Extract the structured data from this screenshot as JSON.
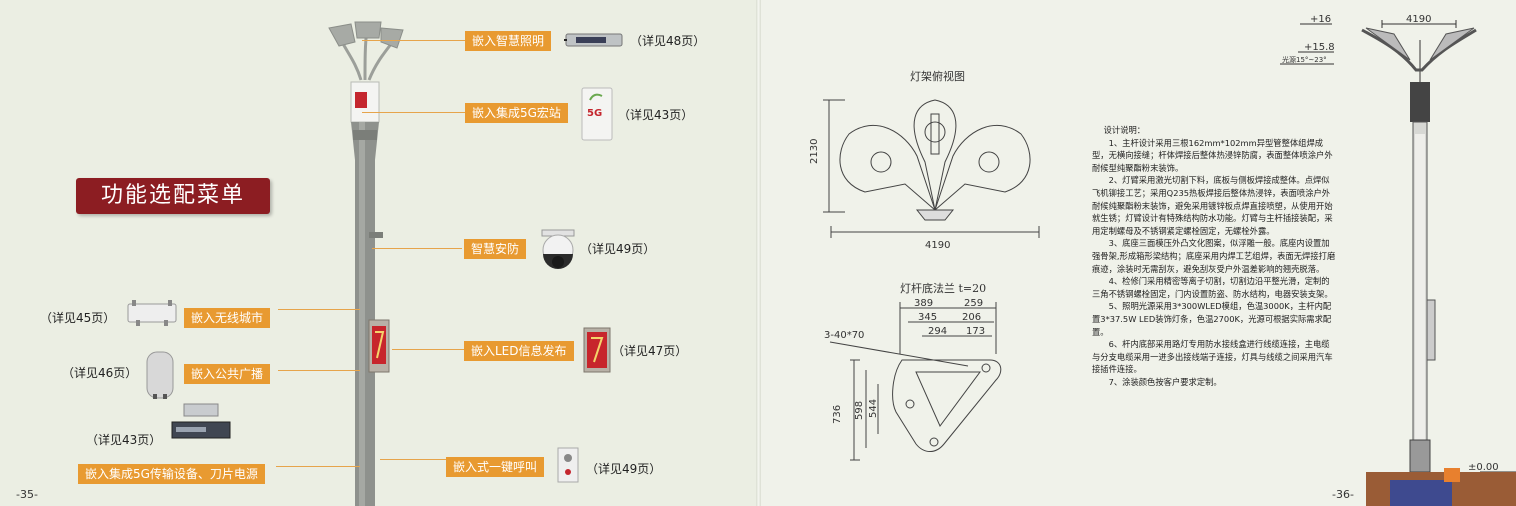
{
  "left_page": {
    "menu_title": "功能选配菜单",
    "page_number": "-35-",
    "modules": [
      {
        "label": "嵌入智慧照明",
        "ref": "（详见48页）"
      },
      {
        "label": "嵌入集成5G宏站",
        "ref": "（详见43页）"
      },
      {
        "label": "智慧安防",
        "ref": "（详见49页）"
      },
      {
        "label": "嵌入无线城市",
        "ref": "（详见45页）"
      },
      {
        "label": "嵌入LED信息发布",
        "ref": "（详见47页）"
      },
      {
        "label": "嵌入公共广播",
        "ref": "（详见46页）"
      },
      {
        "label": "嵌入集成5G传输设备、刀片电源",
        "ref": "（详见43页）"
      },
      {
        "label": "嵌入式一键呼叫",
        "ref": "（详见49页）"
      }
    ],
    "router_badge": "5G"
  },
  "right_page": {
    "page_number": "-36-",
    "top_view_title": "灯架俯视图",
    "flange_title": "灯杆底法兰  t=20",
    "top_view_dims": {
      "height": "2130",
      "width": "4190"
    },
    "flange_dims": {
      "d389": "389",
      "d259": "259",
      "d345": "345",
      "d206": "206",
      "d294": "294",
      "d173": "173",
      "hole": "3-40*70",
      "d736": "736",
      "d598": "598",
      "d544": "544"
    },
    "elevation": {
      "width": "4190",
      "level_top": "+16",
      "level_mid": "+15.8",
      "angle": "光源15°~23°",
      "ground": "±0.00"
    },
    "notes_title": "设计说明：",
    "notes": [
      "1、主杆设计采用三根162mm*102mm异型管整体组焊成型，无横向接缝；杆体焊接后整体热浸锌防腐，表面整体喷涂户外耐候型纯聚酯粉末装饰。",
      "2、灯臂采用激光切割下料，底板与侧板焊接成整体。点焊似飞机铆接工艺；采用Q235热板焊接后整体热浸锌，表面喷涂户外耐候纯聚酯粉末装饰，避免采用镀锌板点焊直接喷塑，从使用开始就生锈；灯臂设计有特殊结构防水功能。灯臂与主杆插接装配，采用定制螺母及不锈钢紧定螺栓固定，无螺栓外露。",
      "3、底座三面模压外凸文化图案，似浮雕一般。底座内设置加强骨架,形成箱形梁结构；底座采用内焊工艺组焊，表面无焊接打磨痕迹，涂装时无需刮灰，避免刮灰受户外温差影响的翘壳脱落。",
      "4、检修门采用精密等离子切割，切割边沿平整光滑，定制的三角不锈钢螺栓固定，门内设置防盗、防水结构，电器安装支架。",
      "5、照明光源采用3*300WLED模组，色温3000K，主杆内配置3*37.5W LED装饰灯条，色温2700K，光源可根据实际需求配置。",
      "6、杆内底部采用路灯专用防水接线盒进行线缆连接，主电缆与分支电缆采用一进多出接线端子连接，灯具与线缆之间采用汽车接插件连接。",
      "7、涂装颜色按客户要求定制。"
    ]
  },
  "colors": {
    "accent_orange": "#e89a31",
    "title_red": "#8c1d22",
    "pole_grey": "#8e918d"
  }
}
